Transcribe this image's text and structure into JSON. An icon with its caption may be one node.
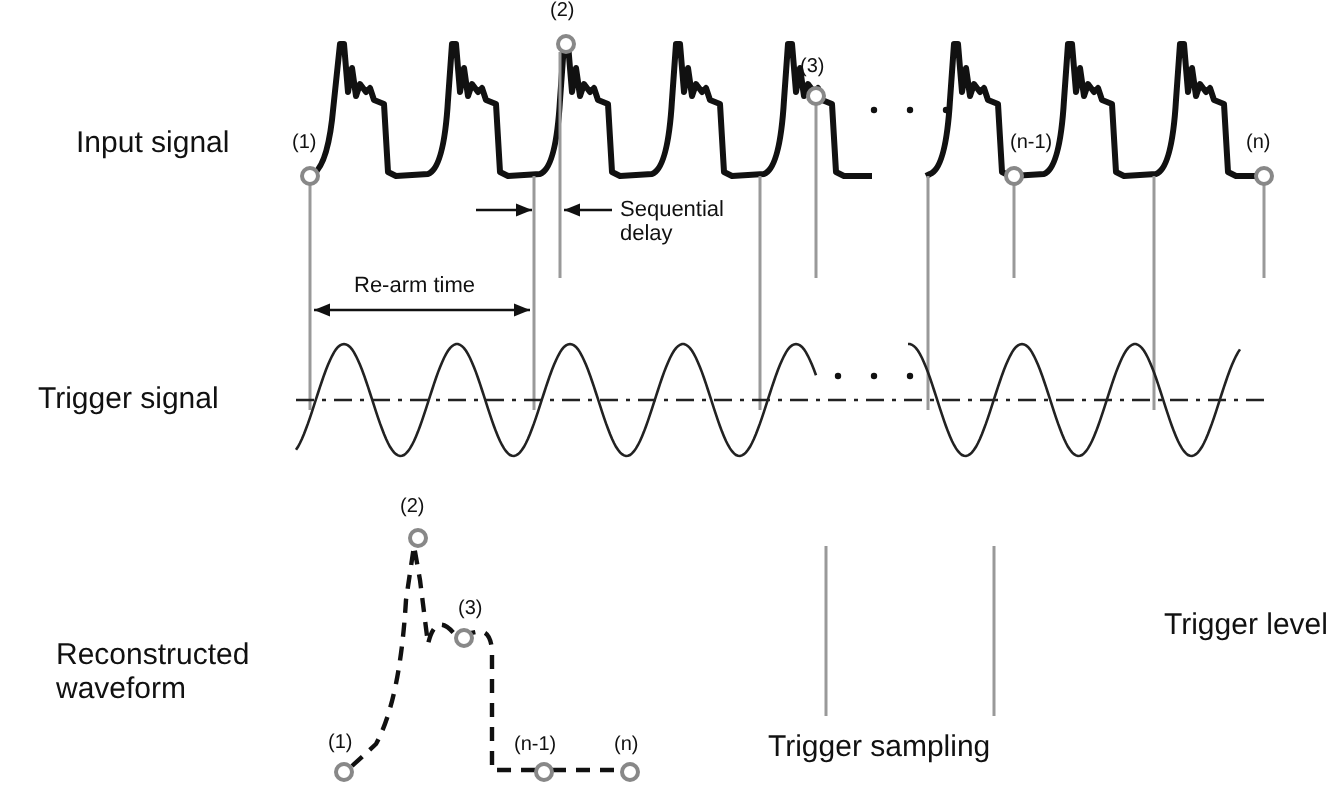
{
  "diagram": {
    "labels": [
      "(2)",
      "(3)",
      "Input signal",
      "(1)",
      "(n-1)",
      "(n)",
      "Sequential delay",
      "Re-arm time",
      "Trigger signal",
      "(2)",
      "(3)",
      "Reconstructed waveform",
      "Trigger level",
      "(1)",
      "(n-1)",
      "(n)",
      "Trigger sampling"
    ]
  }
}
